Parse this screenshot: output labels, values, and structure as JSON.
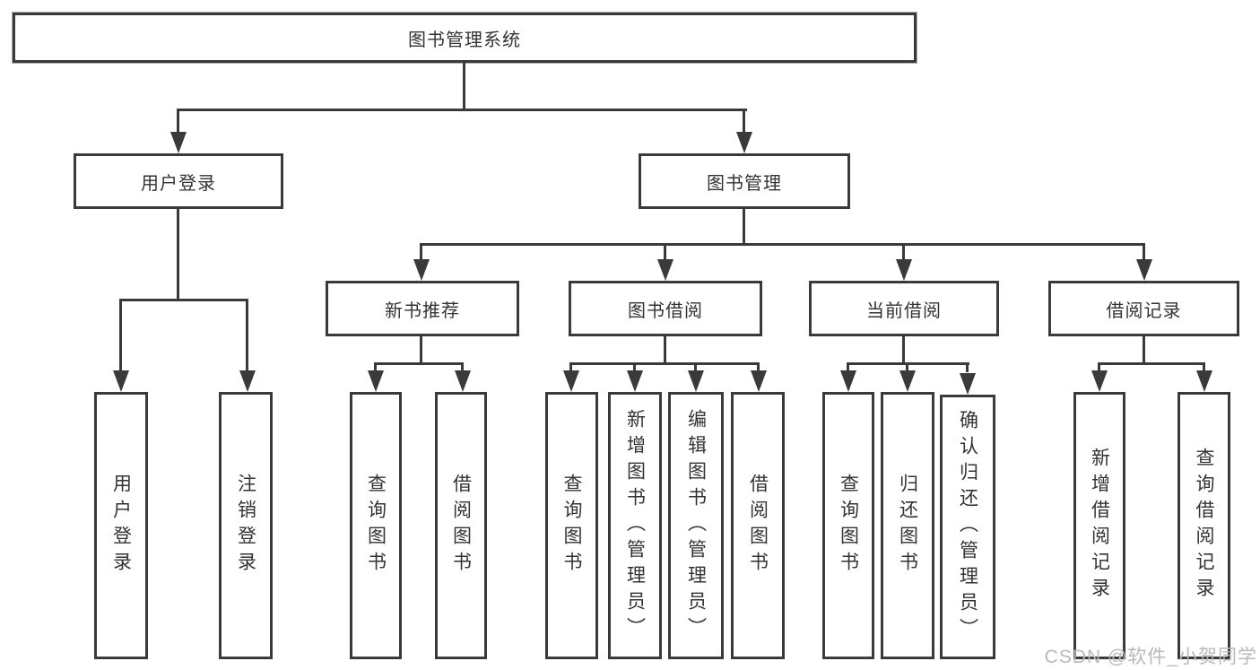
{
  "colors": {
    "line": "#3a3a3a",
    "box_border": "#3a3a3a",
    "text": "#333333",
    "background": "#ffffff",
    "watermark": "#b9b9bd"
  },
  "tree": {
    "label": "图书管理系统",
    "children": [
      {
        "label": "用户登录",
        "children": [
          {
            "label": "用户登录"
          },
          {
            "label": "注销登录"
          }
        ]
      },
      {
        "label": "图书管理",
        "children": [
          {
            "label": "新书推荐",
            "children": [
              {
                "label": "查询图书"
              },
              {
                "label": "借阅图书"
              }
            ]
          },
          {
            "label": "图书借阅",
            "children": [
              {
                "label": "查询图书"
              },
              {
                "label": "新增图书（管理员）"
              },
              {
                "label": "编辑图书（管理员）"
              },
              {
                "label": "借阅图书"
              }
            ]
          },
          {
            "label": "当前借阅",
            "children": [
              {
                "label": "查询图书"
              },
              {
                "label": "归还图书"
              },
              {
                "label": "确认归还（管理员）"
              }
            ]
          },
          {
            "label": "借阅记录",
            "children": [
              {
                "label": "新增借阅记录"
              },
              {
                "label": "查询借阅记录"
              }
            ]
          }
        ]
      }
    ]
  },
  "watermark": {
    "text": "CSDN @软件_小贺同学"
  }
}
